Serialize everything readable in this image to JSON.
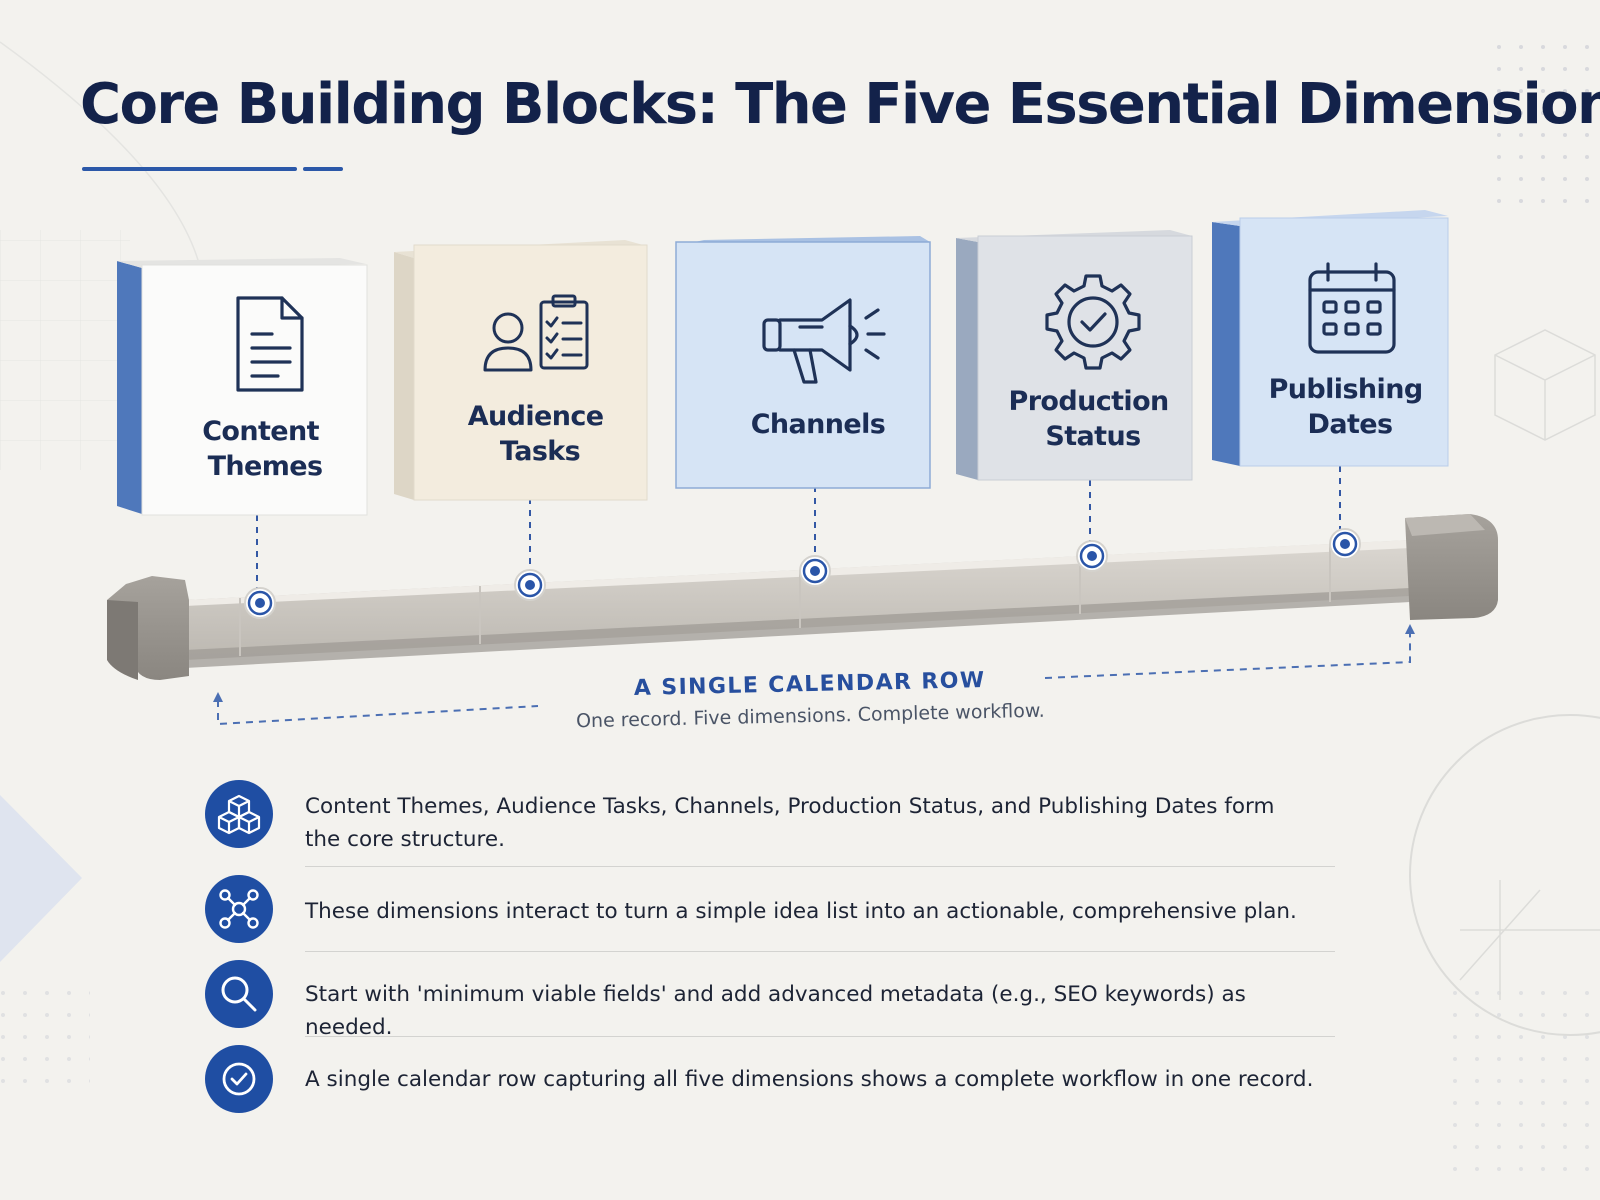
{
  "title": "Core Building Blocks: The Five Essential Dimensions",
  "blocks": [
    {
      "label_lines": [
        "Content",
        "Themes"
      ],
      "icon": "document-icon"
    },
    {
      "label_lines": [
        "Audience",
        "Tasks"
      ],
      "icon": "audience-checklist-icon"
    },
    {
      "label_lines": [
        "Channels"
      ],
      "icon": "megaphone-icon"
    },
    {
      "label_lines": [
        "Production",
        "Status"
      ],
      "icon": "gear-check-icon"
    },
    {
      "label_lines": [
        "Publishing",
        "Dates"
      ],
      "icon": "calendar-icon"
    }
  ],
  "calendar_row": {
    "title": "A SINGLE CALENDAR ROW",
    "subtitle": "One record. Five dimensions. Complete workflow."
  },
  "points": [
    {
      "text": "Content Themes, Audience Tasks, Channels, Production Status, and Publishing Dates form the core structure.",
      "icon": "cubes-icon"
    },
    {
      "text": "These dimensions interact to turn a simple idea list into an actionable, comprehensive plan.",
      "icon": "network-icon"
    },
    {
      "text": "Start with 'minimum viable fields' and add advanced metadata (e.g., SEO keywords) as needed.",
      "icon": "magnifier-icon"
    },
    {
      "text": "A single calendar row capturing all five dimensions shows a complete workflow in one record.",
      "icon": "check-circle-icon"
    }
  ],
  "colors": {
    "navy": "#13224a",
    "accent_blue": "#1f4ea3",
    "block_side_blue": "#4f78bb",
    "background": "#f3f2ee"
  }
}
